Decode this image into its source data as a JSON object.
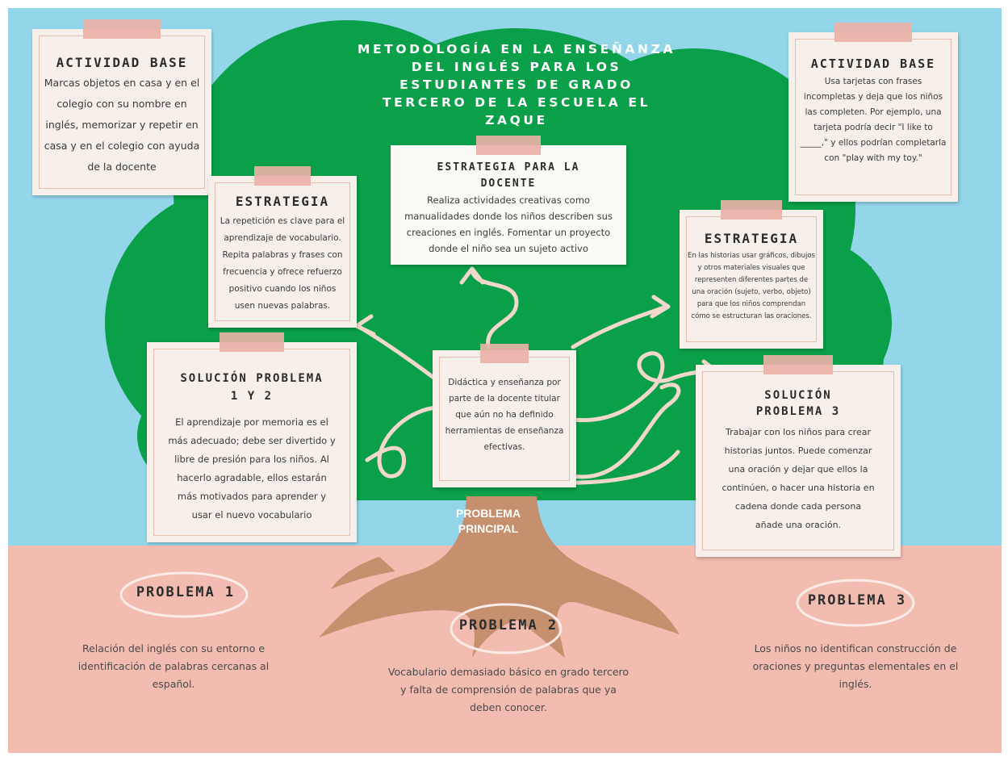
{
  "title": "METODOLOGÍA EN LA ENSEÑANZA DEL INGLÉS PARA LOS ESTUDIANTES DE GRADO TERCERO DE LA ESCUELA EL ZAQUE",
  "root_label": "PROBLEMA PRINCIPAL",
  "actividad_base_left": {
    "heading": "ACTIVIDAD BASE",
    "text": "Marcas objetos en casa y en el colegio con su nombre en inglés, memorizar y repetir en casa y en el colegio con ayuda de la docente"
  },
  "actividad_base_right": {
    "heading": "ACTIVIDAD BASE",
    "text": "Usa tarjetas con frases incompletas y deja que los niños las completen. Por ejemplo, una tarjeta podría decir \"I like to _____,\" y ellos podrían completarla con \"play with my toy.\""
  },
  "estrategia_docente": {
    "heading": "ESTRATEGIA PARA LA DOCENTE",
    "text": "Realiza actividades creativas como manualidades donde los niños describen sus creaciones en inglés. Fomentar un proyecto donde el niño sea un sujeto activo"
  },
  "estrategia_left": {
    "heading": "ESTRATEGIA",
    "text": "La repetición es clave para el aprendizaje de vocabulario. Repita palabras y frases con frecuencia y ofrece refuerzo positivo cuando los niños usen nuevas palabras."
  },
  "estrategia_right": {
    "heading": "ESTRATEGIA",
    "text": "En las historias usar gráficos, dibujos y otros materiales visuales que representen diferentes partes de una oración (sujeto, verbo, objeto) para que los niños comprendan cómo se estructuran las oraciones."
  },
  "central": {
    "text": "Didáctica y enseñanza por parte de la docente titular que aún no ha definido herramientas de enseñanza efectivas."
  },
  "solucion_1_2": {
    "heading": "SOLUCIÓN PROBLEMA 1 Y 2",
    "text": "El aprendizaje por memoria es el más adecuado; debe ser divertido y libre de presión para los niños. Al hacerlo agradable, ellos estarán más motivados para aprender y usar el nuevo vocabulario"
  },
  "solucion_3": {
    "heading": "SOLUCIÓN PROBLEMA 3",
    "text": "Trabajar con los niños para crear historias juntos. Puede comenzar una oración y dejar que ellos la continúen, o hacer una historia en cadena donde cada persona añade una oración."
  },
  "problema_1": {
    "heading": "PROBLEMA 1",
    "text": "Relación del inglés con su entorno e identificación de palabras cercanas al español."
  },
  "problema_2": {
    "heading": "PROBLEMA 2",
    "text": "Vocabulario demasiado básico en grado tercero y falta de comprensión de palabras que ya deben conocer."
  },
  "problema_3": {
    "heading": "PROBLEMA 3",
    "text": "Los niños no identifican construcción de oraciones y preguntas elementales en el inglés."
  },
  "colors": {
    "sky": "#93d6ea",
    "ground": "#f3bcb1",
    "tree": "#0a9f49",
    "trunk": "#c68f6d",
    "note": "#f7efea",
    "tape": "#eab1a7"
  }
}
